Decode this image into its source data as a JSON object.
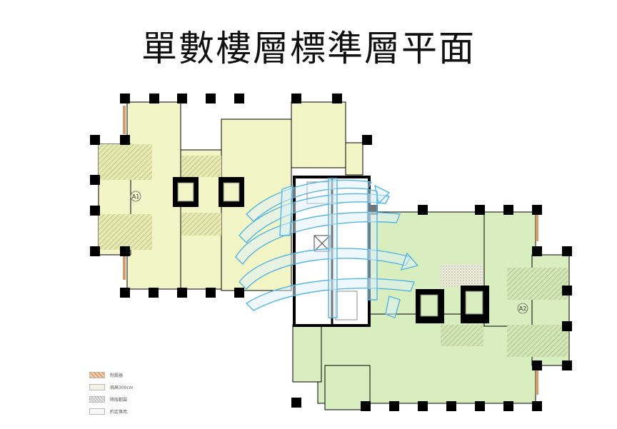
{
  "title": "單數樓層標準層平面",
  "units": [
    {
      "label": "A1"
    },
    {
      "label": "A2"
    }
  ],
  "legend": [
    {
      "label": "制震器",
      "swatch": "#e0a070"
    },
    {
      "label": "挑高300cm",
      "swatch": "#f1f1e4"
    },
    {
      "label": "降版範圍",
      "swatch": "#d8d8c8"
    },
    {
      "label": "約定專用",
      "swatch": "#f7f7f7"
    }
  ],
  "colors": {
    "a1": "#f2f6c6",
    "a2": "#d9eebf",
    "wall": "#000000",
    "arrow": "#58b4df"
  }
}
